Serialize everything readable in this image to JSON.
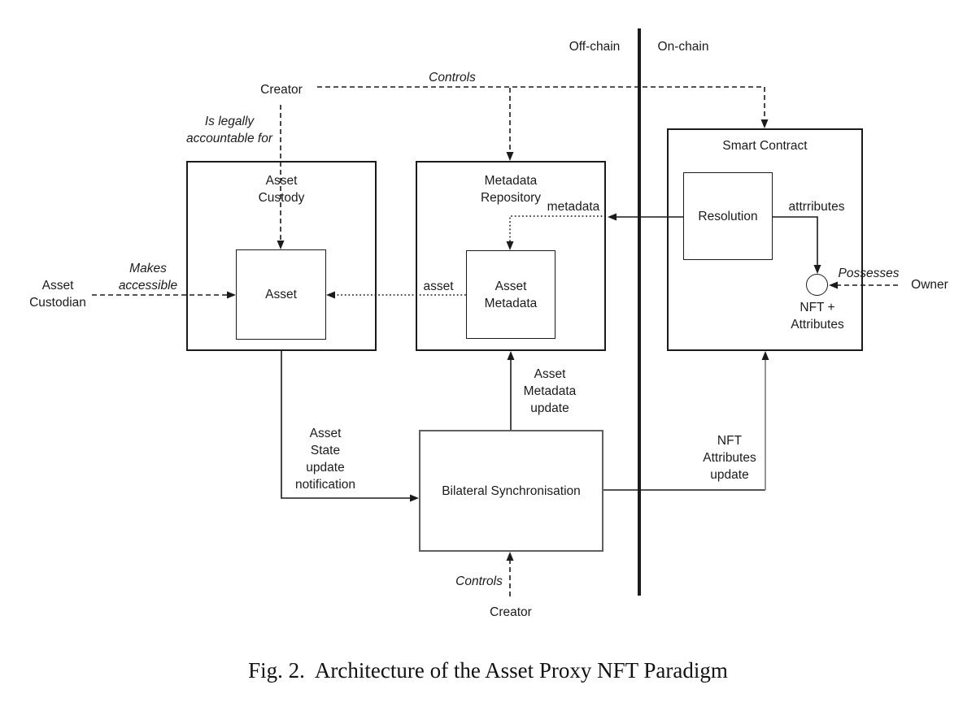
{
  "colors": {
    "ink": "#1b1b1b",
    "muted_border": "#606060",
    "muted_line": "#8a8a8a",
    "background": "#ffffff"
  },
  "regions": {
    "off_chain": "Off-chain",
    "on_chain": "On-chain"
  },
  "actors": {
    "creator_top": "Creator",
    "creator_bottom": "Creator",
    "asset_custodian": "Asset\nCustodian",
    "owner": "Owner"
  },
  "nodes": {
    "asset_custody": "Asset\nCustody",
    "asset": "Asset",
    "metadata_repository": "Metadata\nRepository",
    "asset_metadata": "Asset\nMetadata",
    "smart_contract": "Smart Contract",
    "resolution": "Resolution",
    "bilateral_sync": "Bilateral Synchronisation",
    "nft": "NFT +\nAttributes"
  },
  "edges": {
    "controls_top": "Controls",
    "controls_bottom": "Controls",
    "is_legally": "Is legally\naccountable for",
    "makes_accessible": "Makes\naccessible",
    "metadata": "metadata",
    "asset": "asset",
    "attributes": "attrributes",
    "possesses": "Possesses",
    "asset_metadata_update": "Asset\nMetadata\nupdate",
    "nft_attributes_update": "NFT\nAttributes\nupdate",
    "asset_state_update": "Asset\nState\nupdate\nnotification"
  },
  "caption": "Fig. 2.  Architecture of the Asset Proxy NFT Paradigm"
}
